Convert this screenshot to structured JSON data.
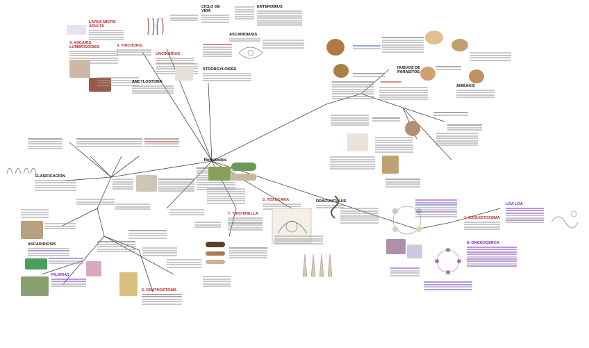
{
  "center": {
    "title": "Nematodos"
  },
  "nodes": {
    "n_top_left_1": {
      "title": "LARVA MICRO ADULTA",
      "color": "#c0282b"
    },
    "n_top_left_2": {
      "title": "3. TRICHURIS",
      "color": "#c0282b"
    },
    "n_top_mid": {
      "title": "CICLO DE VIDA",
      "color": "#222"
    },
    "n_enterobius": {
      "title": "ENTEROBIUS",
      "color": "#222"
    },
    "n_ascaris": {
      "title": "4. ASCARIS LUMBRICOIDES",
      "color": "#c0282b"
    },
    "n_ascaris_sub": {
      "title": "ASCARIDIASIS",
      "color": "#222"
    },
    "n_hookworm": {
      "title": "UNCINARIAS",
      "color": "#c0282b"
    },
    "n_hookworm_sub": {
      "title": "ANCYLOSTOMA",
      "color": "#222"
    },
    "n_strongy": {
      "title": "STRONGYLOIDES",
      "color": "#222"
    },
    "n_trichinella": {
      "title": "7. TRICHINELLA",
      "color": "#c0282b"
    },
    "n_toxocara": {
      "title": "5. TOXOCARA",
      "color": "#c0282b"
    },
    "n_filarias": {
      "title": "FILARIAS",
      "color": "#7a2bc0"
    },
    "n_dracunculus": {
      "title": "DRACUNCULUS",
      "color": "#222"
    },
    "n_left_lower": {
      "title": "CLASIFICACION",
      "color": "#222"
    },
    "n_left_bottom": {
      "title": "ASCARIDIOSIS",
      "color": "#222"
    },
    "n_bottom_mid": {
      "title": "6. GNATHOSTOMA",
      "color": "#c0282b"
    },
    "n_right_purple": {
      "title": "8. ONCHOCERCA",
      "color": "#7a2bc0"
    },
    "n_right_purple2": {
      "title": "LOA LOA",
      "color": "#7a2bc0"
    },
    "n_right_mid": {
      "title": "1. ESQUISTOSOMA",
      "color": "#c0282b"
    },
    "n_right_top": {
      "title": "HUEVOS DE PARASITOS",
      "color": "#222"
    },
    "n_anisakis": {
      "title": "ANISAKIS",
      "color": "#222"
    }
  },
  "colors": {
    "red": "#c0282b",
    "purple": "#7a2bc0",
    "blue": "#2a4fc0",
    "line": "#555555"
  }
}
